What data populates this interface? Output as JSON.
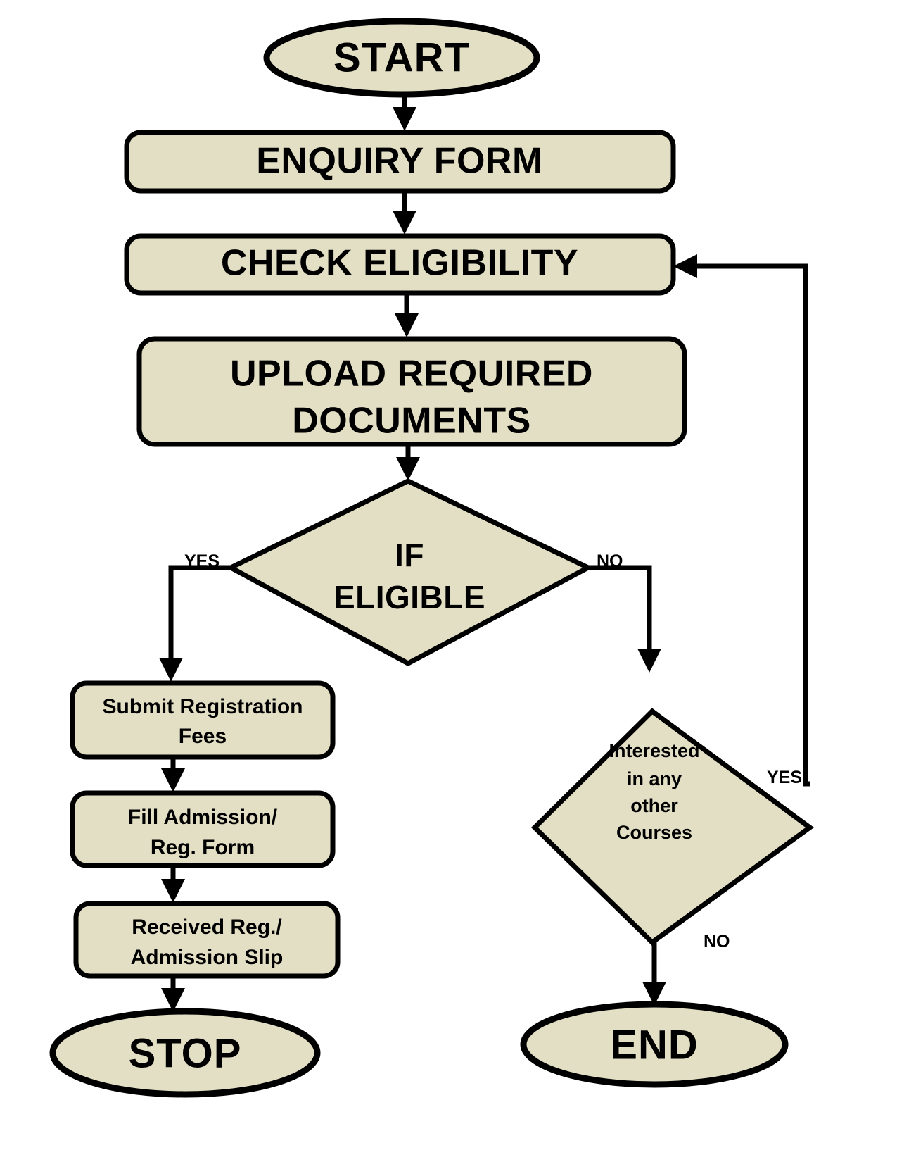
{
  "diagram": {
    "title": "Admission Process Flowchart",
    "colors": {
      "node_fill": "#e3dfc4",
      "stroke": "#000000",
      "background": "#ffffff",
      "text": "#000000"
    },
    "nodes": {
      "start": {
        "label": "START",
        "shape": "terminator"
      },
      "enquiry_form": {
        "label": "ENQUIRY FORM",
        "shape": "process"
      },
      "check_eligibility": {
        "label": "CHECK ELIGIBILITY",
        "shape": "process"
      },
      "upload_documents": {
        "label": "UPLOAD REQUIRED DOCUMENTS",
        "line1": "UPLOAD REQUIRED",
        "line2": "DOCUMENTS",
        "shape": "process"
      },
      "if_eligible": {
        "label": "IF ELIGIBLE",
        "line1": "IF",
        "line2": "ELIGIBLE",
        "shape": "decision"
      },
      "submit_fees": {
        "label": "Submit Registration Fees",
        "line1": "Submit Registration",
        "line2": "Fees",
        "shape": "process"
      },
      "fill_form": {
        "label": "Fill Admission/ Reg. Form",
        "line1": "Fill Admission/",
        "line2": "Reg. Form",
        "shape": "process"
      },
      "received_slip": {
        "label": "Received Reg./ Admission Slip",
        "line1": "Received Reg./",
        "line2": "Admission Slip",
        "shape": "process"
      },
      "stop": {
        "label": "STOP",
        "shape": "terminator"
      },
      "interested_other_courses": {
        "label": "Interested in any other Courses",
        "line1": "Interested",
        "line2": "in any",
        "line3": "other",
        "line4": "Courses",
        "shape": "decision"
      },
      "end": {
        "label": "END",
        "shape": "terminator"
      }
    },
    "edge_labels": {
      "eligible_yes": "YES",
      "eligible_no": "NO",
      "interested_yes": "YES",
      "interested_no": "NO"
    }
  }
}
